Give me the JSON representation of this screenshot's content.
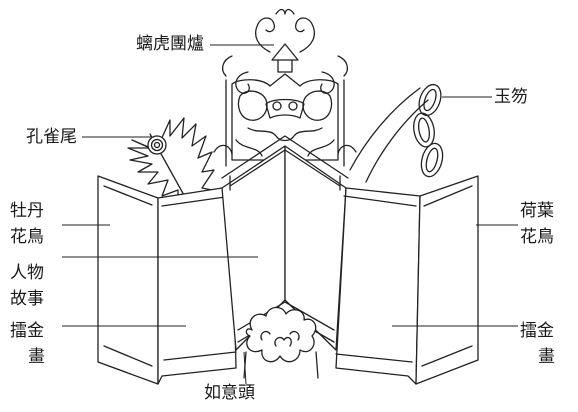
{
  "labels": {
    "chihu_tuanlu": "螭虎團爐",
    "yuhu": "玉笏",
    "kongque_wei": "孔雀尾",
    "mudan_huaniao_1": "牡丹",
    "mudan_huaniao_2": "花鳥",
    "renwu_gushi_1": "人物",
    "renwu_gushi_2": "故事",
    "leijin_hua_left_1": "擂金",
    "leijin_hua_left_2": "畫",
    "heye_huaniao_1": "荷葉",
    "heye_huaniao_2": "花鳥",
    "leijin_hua_right_1": "擂金",
    "leijin_hua_right_2": "畫",
    "ruyi_tou": "如意頭"
  }
}
